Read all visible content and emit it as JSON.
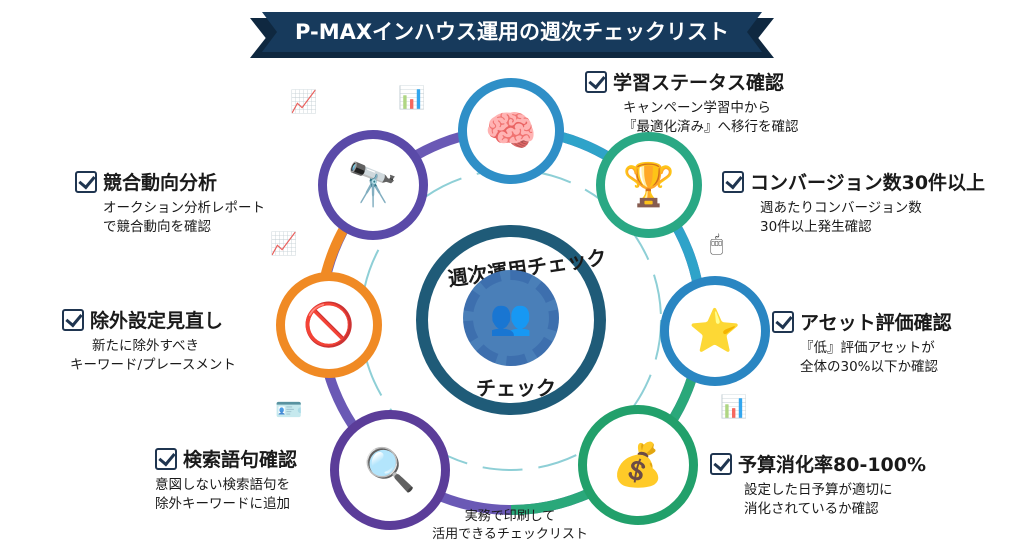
{
  "title": "P-MAXインハウス運用の週次チェックリスト",
  "center": {
    "arc_text": "週次運用チェック",
    "bottom_text": "チェック"
  },
  "items": [
    {
      "title": "学習ステータス確認",
      "lines": [
        "キャンペーン学習中から",
        "『最適化済み』へ移行を確認"
      ],
      "icon": "brain-icon",
      "color": "#2f8fc7"
    },
    {
      "title": "コンバージョン数30件以上",
      "lines": [
        "週あたりコンバージョン数",
        "30件以上発生確認"
      ],
      "icon": "trophy-icon",
      "color": "#2aa884"
    },
    {
      "title": "アセット評価確認",
      "lines": [
        "『低』評価アセットが",
        "全体の30%以下か確認"
      ],
      "icon": "asset-rating-icon",
      "color": "#2a86c2"
    },
    {
      "title": "予算消化率80-100%",
      "lines": [
        "設定した日予算が適切に",
        "消化されているか確認"
      ],
      "icon": "budget-pie-icon",
      "color": "#22a06b"
    },
    {
      "title": "検索語句確認",
      "lines": [
        "意図しない検索語句を",
        "除外キーワードに追加"
      ],
      "icon": "search-terms-icon",
      "color": "#5b3d99"
    },
    {
      "title": "除外設定見直し",
      "lines": [
        "新たに除外すべき",
        "キーワード/プレースメント"
      ],
      "icon": "prohibited-icon",
      "color": "#f08a24"
    },
    {
      "title": "競合動向分析",
      "lines": [
        "オークション分析レポート",
        "で競合動向を確認"
      ],
      "icon": "binoculars-icon",
      "color": "#5a4aa8"
    }
  ],
  "footer": [
    "実務で印刷して",
    "活用できるチェックリスト"
  ]
}
